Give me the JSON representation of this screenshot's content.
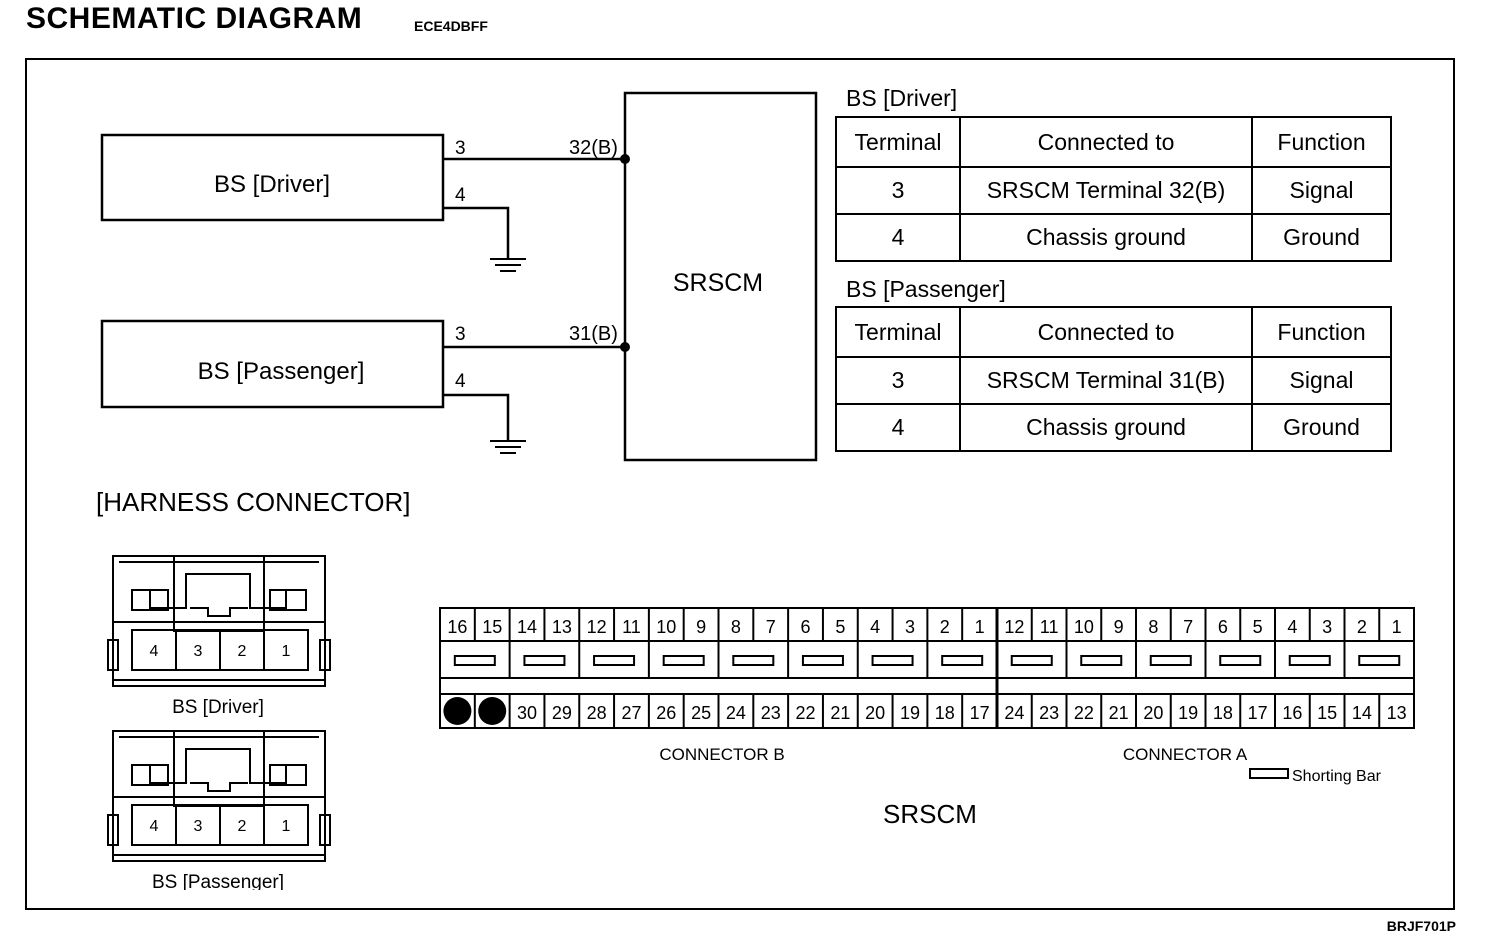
{
  "header": {
    "title": "SCHEMATIC DIAGRAM",
    "code": "ECE4DBFF",
    "figure_code": "BRJF701P"
  },
  "schematic": {
    "driver_box": "BS [Driver]",
    "passenger_box": "BS [Passenger]",
    "module": "SRSCM",
    "driver_pins": {
      "signal": "3",
      "ground": "4",
      "module_pin": "32(B)"
    },
    "passenger_pins": {
      "signal": "3",
      "ground": "4",
      "module_pin": "31(B)"
    }
  },
  "tables": [
    {
      "title": "BS [Driver]",
      "headers": [
        "Terminal",
        "Connected to",
        "Function"
      ],
      "rows": [
        [
          "3",
          "SRSCM Terminal 32(B)",
          "Signal"
        ],
        [
          "4",
          "Chassis ground",
          "Ground"
        ]
      ]
    },
    {
      "title": "BS [Passenger]",
      "headers": [
        "Terminal",
        "Connected to",
        "Function"
      ],
      "rows": [
        [
          "3",
          "SRSCM Terminal 31(B)",
          "Signal"
        ],
        [
          "4",
          "Chassis ground",
          "Ground"
        ]
      ]
    }
  ],
  "harness": {
    "heading": "[HARNESS CONNECTOR]",
    "bs_pins": [
      "4",
      "3",
      "2",
      "1"
    ],
    "driver_label": "BS [Driver]",
    "passenger_label": "BS [Passenger]",
    "connector_b_label": "CONNECTOR B",
    "connector_a_label": "CONNECTOR A",
    "shorting_bar_label": "Shorting Bar",
    "srscm_label": "SRSCM",
    "connector_b_top": [
      "16",
      "15",
      "14",
      "13",
      "12",
      "11",
      "10",
      "9",
      "8",
      "7",
      "6",
      "5",
      "4",
      "3",
      "2",
      "1"
    ],
    "connector_b_bottom": [
      "",
      "",
      "30",
      "29",
      "28",
      "27",
      "26",
      "25",
      "24",
      "23",
      "22",
      "21",
      "20",
      "19",
      "18",
      "17"
    ],
    "connector_a_top": [
      "12",
      "11",
      "10",
      "9",
      "8",
      "7",
      "6",
      "5",
      "4",
      "3",
      "2",
      "1"
    ],
    "connector_a_bottom": [
      "24",
      "23",
      "22",
      "21",
      "20",
      "19",
      "18",
      "17",
      "16",
      "15",
      "14",
      "13"
    ]
  }
}
